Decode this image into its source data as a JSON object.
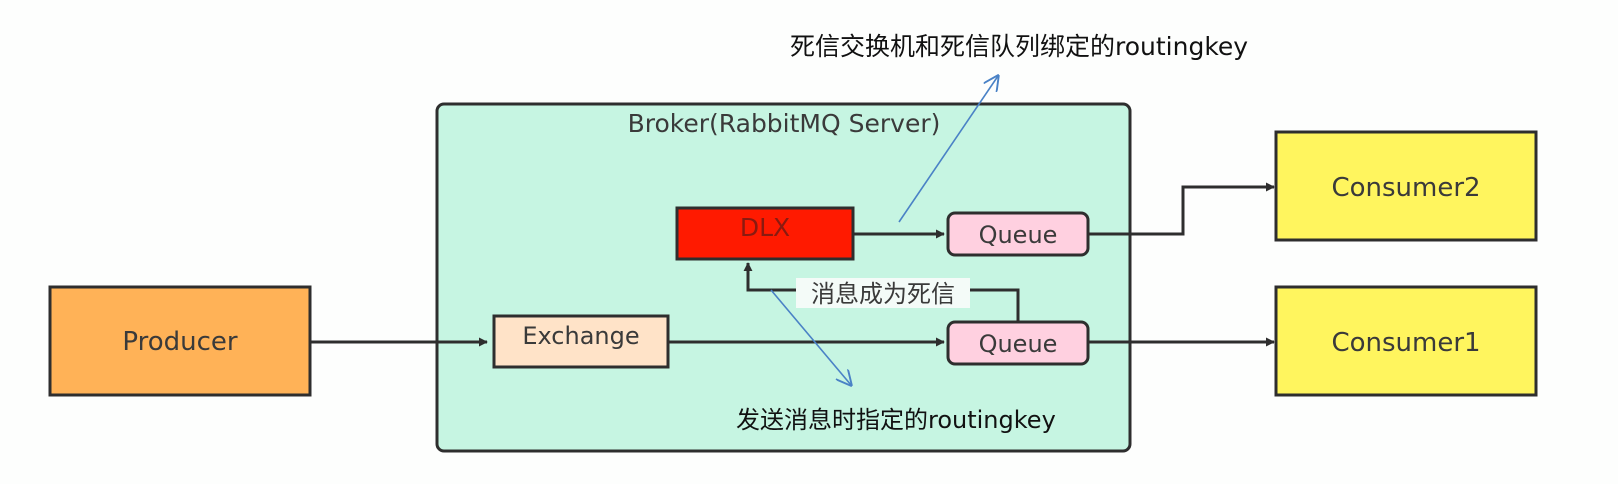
{
  "title": "RabbitMQ Dead Letter Exchange (DLX) flow",
  "colors": {
    "background": "#fdfefd",
    "broker_fill": "#c6f5e2",
    "producer_fill": "#ffb257",
    "exchange_fill": "#ffe3c8",
    "dlx_fill": "#ff1a00",
    "queue_fill": "#ffd0e0",
    "consumer_fill": "#fff55e",
    "stroke": "#2e2e2e",
    "annotation_arrow": "#4a82c6"
  },
  "nodes": {
    "broker": {
      "label": "Broker(RabbitMQ Server)"
    },
    "producer": {
      "label": "Producer"
    },
    "exchange": {
      "label": "Exchange"
    },
    "dlx": {
      "label": "DLX"
    },
    "queue_dead": {
      "label": "Queue"
    },
    "queue_main": {
      "label": "Queue"
    },
    "consumer2": {
      "label": "Consumer2"
    },
    "consumer1": {
      "label": "Consumer1"
    }
  },
  "edges": [
    {
      "from": "producer",
      "to": "exchange"
    },
    {
      "from": "exchange",
      "to": "queue_main"
    },
    {
      "from": "queue_main",
      "to": "consumer1"
    },
    {
      "from": "queue_main",
      "to": "dlx",
      "label": "消息成为死信"
    },
    {
      "from": "dlx",
      "to": "queue_dead"
    },
    {
      "from": "queue_dead",
      "to": "consumer2"
    }
  ],
  "edge_labels": {
    "dead_letter": "消息成为死信"
  },
  "annotations": {
    "dlx_binding": "死信交换机和死信队列绑定的routingkey",
    "send_routing": "发送消息时指定的routingkey"
  }
}
